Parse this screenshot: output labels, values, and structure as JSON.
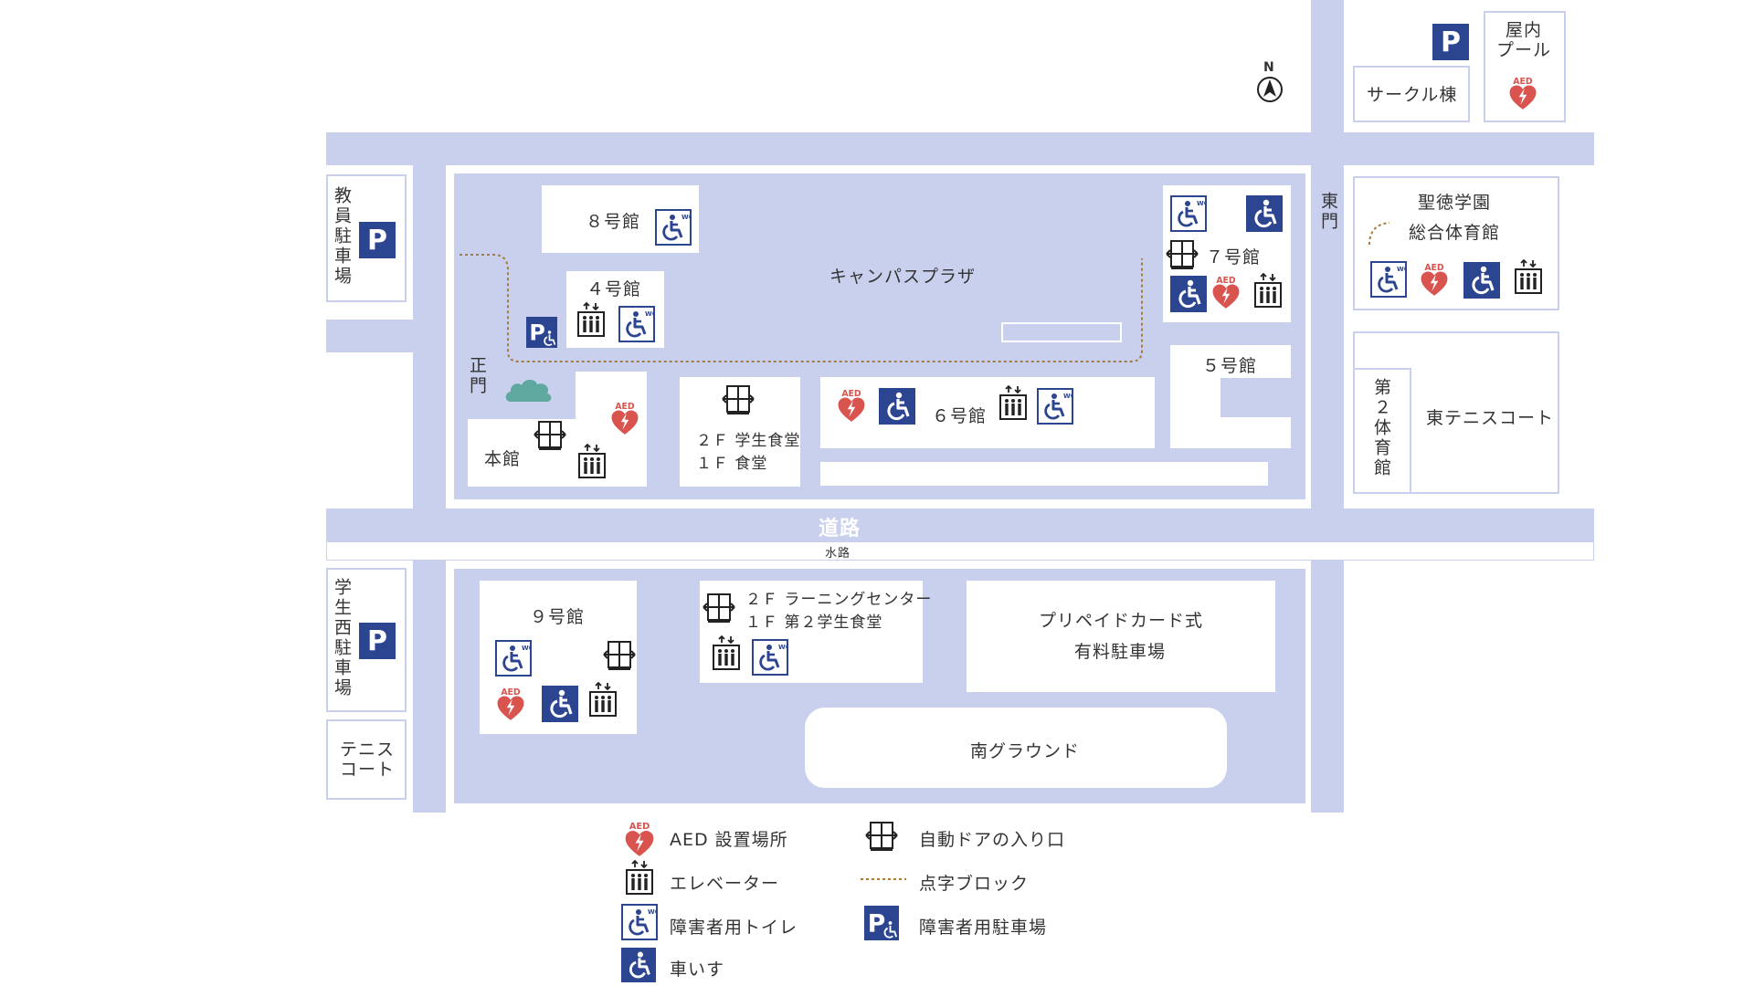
{
  "map": {
    "north": "N",
    "gates": {
      "main": "正門",
      "east": "東門"
    },
    "road": "道路",
    "waterway": "水路",
    "buildings": {
      "honkan": "本館",
      "b8": "８号館",
      "b4": "４号館",
      "b7": "７号館",
      "b5": "５号館",
      "b6": "６号館",
      "b9": "９号館",
      "cafeteria_2f": "２Ｆ 学生食堂",
      "cafeteria_1f": "１Ｆ 食堂",
      "learning_2f": "２Ｆ ラーニングセンター",
      "learning_1f": "１Ｆ 第２学生食堂",
      "campus_plaza": "キャンパスプラザ",
      "circle": "サークル棟",
      "pool": "屋内\nプール",
      "seitoku_1": "聖徳学園",
      "seitoku_2": "総合体育館",
      "gym2": "第２体育館",
      "east_tennis": "東テニスコート",
      "paid_parking_1": "プリペイドカード式",
      "paid_parking_2": "有料駐車場",
      "south_ground": "南グラウンド",
      "staff_parking": "教員駐車場",
      "west_parking": "学生西駐車場",
      "tennis": "テニス\nコート"
    },
    "parking_letter": "P",
    "aed_text": "AED",
    "wc_text": "WC"
  },
  "legend": {
    "aed": "AED 設置場所",
    "elevator": "エレベーター",
    "accessible_toilet": "障害者用トイレ",
    "wheelchair": "車いす",
    "auto_door": "自動ドアの入り口",
    "braille": "点字ブロック",
    "accessible_parking": "障害者用駐車場"
  },
  "colors": {
    "road": "#c8d0ee",
    "icon_blue": "#2c4591",
    "aed_red": "#d9534f",
    "braille_line": "#a87a3c",
    "tree": "#5fa8a0"
  }
}
